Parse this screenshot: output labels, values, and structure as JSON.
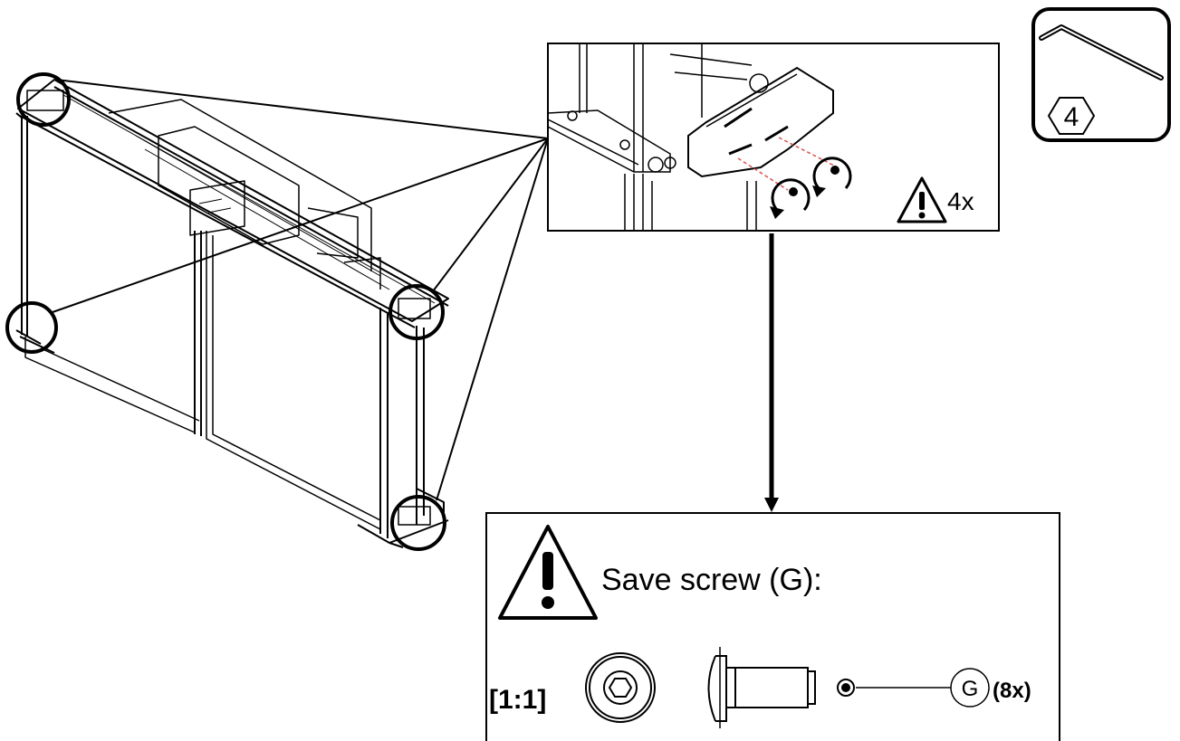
{
  "tool_badge": {
    "tool": "hex-key-icon",
    "size": "4"
  },
  "detail_view": {
    "count": "4x"
  },
  "callout": {
    "heading": "Save screw (G):",
    "scale": "[1:1]",
    "part_letter": "G",
    "part_count": "(8x)"
  },
  "colors": {
    "line": "#000000",
    "dashed": "#d9534f",
    "background": "#ffffff"
  }
}
